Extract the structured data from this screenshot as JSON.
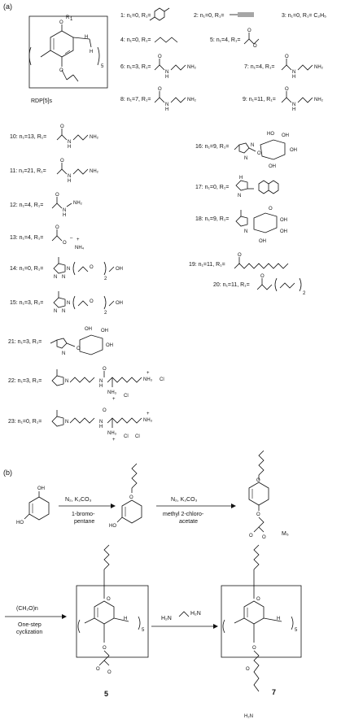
{
  "panel_a": {
    "label": "(a)",
    "core": {
      "o_top": "O",
      "r_top": "R",
      "r_top_sub": "1",
      "h": "H",
      "h2": "H",
      "n": "5",
      "o_bottom": "O",
      "name": "RDP[5]s"
    },
    "entries": [
      {
        "id": "1",
        "text": "1: n₁=0, R₁="
      },
      {
        "id": "2",
        "text": "2: n₁=0, R₁="
      },
      {
        "id": "3",
        "text": "3: n₁=0, R₁= C₂H₅"
      },
      {
        "id": "4",
        "text": "4: n₁=0, R₁="
      },
      {
        "id": "5",
        "text": "5: n₁=4, R₁="
      },
      {
        "id": "6",
        "text": "6: n₁=3, R₁="
      },
      {
        "id": "7",
        "text": "7: n₁=4, R₁="
      },
      {
        "id": "8",
        "text": "8: n₁=7, R₁="
      },
      {
        "id": "9",
        "text": "9: n₁=11, R₁="
      },
      {
        "id": "10",
        "text": "10: n₁=13, R₁="
      },
      {
        "id": "11",
        "text": "11: n₁=21, R₁="
      },
      {
        "id": "12",
        "text": "12: n₁=4, R₁="
      },
      {
        "id": "13",
        "text": "13: n₁=4, R₁="
      },
      {
        "id": "14",
        "text": "14: n₁=0, R₁="
      },
      {
        "id": "15",
        "text": "15: n₁=3, R₁="
      },
      {
        "id": "16",
        "text": "16: n₁=9, R₁="
      },
      {
        "id": "17",
        "text": "17: n₁=0, R₁="
      },
      {
        "id": "18",
        "text": "18: n₁=9, R₁="
      },
      {
        "id": "19",
        "text": "19: n₁=11, R₁="
      },
      {
        "id": "20",
        "text": "20: n₁=11, R₁="
      },
      {
        "id": "21",
        "text": "21: n₁=3, R₁="
      },
      {
        "id": "22",
        "text": "22: n₁=3, R₁="
      },
      {
        "id": "23",
        "text": "23: n₁=0, R₁="
      }
    ],
    "atoms": {
      "o": "O",
      "n": "N",
      "h": "H",
      "nh": "N",
      "nh2": "NH₂",
      "nh3": "NH₃",
      "nh4": "NH₄",
      "oh": "OH",
      "cl": "Cl",
      "minus": "–",
      "plus": "+",
      "two": "2"
    }
  },
  "panel_b": {
    "label": "(b)",
    "reagents": {
      "step1_top": "N₂, K₂CO₃",
      "step1_bottom_1": "1-bromo-",
      "step1_bottom_2": "pentane",
      "step2_top": "N₂, K₂CO₃",
      "step2_bottom_1": "methyl 2-chloro-",
      "step2_bottom_2": "acetate",
      "step3_top": "(CH₂O)n",
      "step3_bottom_1": "One-step",
      "step3_bottom_2": "cyclization",
      "step4_top": "H₂N"
    },
    "labels": {
      "m5": "M₅",
      "cpd5": "5",
      "cpd7": "7",
      "h2n": "H₂N",
      "oh": "OH",
      "ho": "HO",
      "o": "O",
      "h": "H",
      "n5": "5"
    }
  }
}
